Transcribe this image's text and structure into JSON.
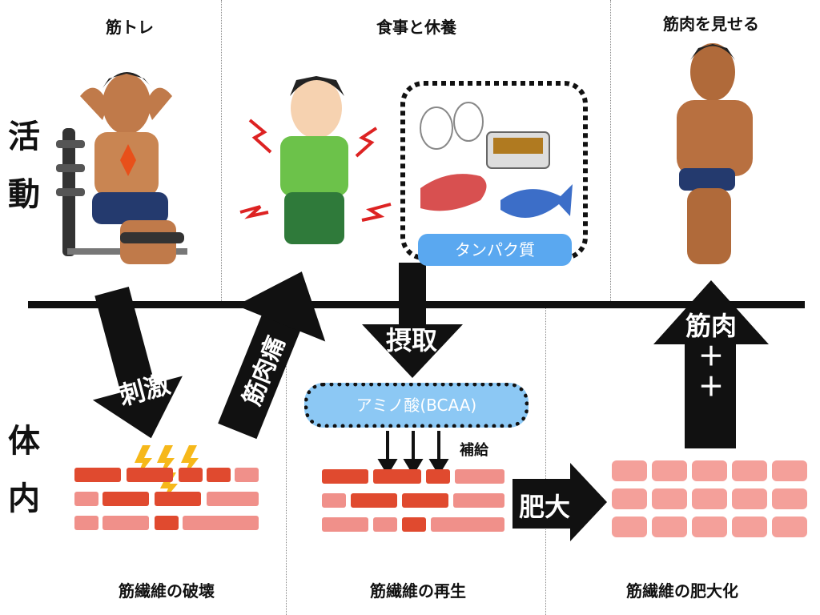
{
  "sections": {
    "training": "筋トレ",
    "meal": "食事と休養",
    "show": "筋肉を見せる"
  },
  "side_labels": {
    "activity_1": "活",
    "activity_2": "動",
    "body_1": "体",
    "body_2": "内"
  },
  "arrows": {
    "stimulus": "刺激",
    "soreness": "筋肉痛",
    "intake": "摂取",
    "hypertrophy": "肥大",
    "muscle_line1": "筋肉",
    "muscle_line2": "＋",
    "muscle_line3": "＋"
  },
  "labels": {
    "protein": "タンパク質",
    "amino": "アミノ酸(BCAA)",
    "supply": "補給"
  },
  "bottom": {
    "destruction": "筋繊維の破壊",
    "regeneration": "筋繊維の再生",
    "hypertrophy": "筋繊維の肥大化"
  },
  "colors": {
    "dark_red": "#e04a2f",
    "light_red": "#f0908a",
    "pink": "#f4a09a",
    "blue": "#5aa8f0",
    "light_blue": "#8cc8f4"
  }
}
